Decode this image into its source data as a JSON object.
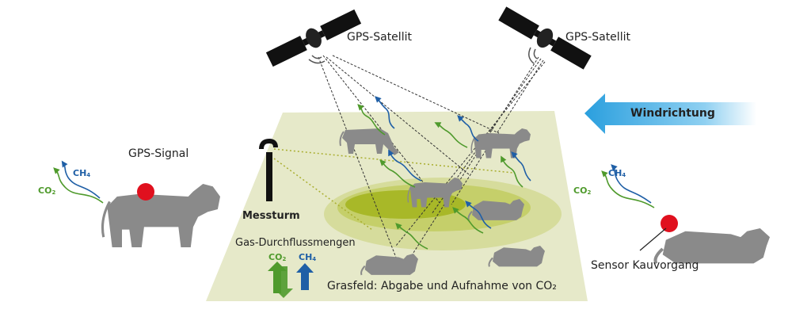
{
  "labels": {
    "satellite_left": "GPS-Satellit",
    "satellite_right": "GPS-Satellit",
    "wind_direction": "Windrichtung",
    "gps_signal": "GPS-Signal",
    "tower": "Messturm",
    "gas_flows": "Gas-Durchflussmengen",
    "chewing_sensor": "Sensor Kauvorgang",
    "field_caption": "Grasfeld: Abgabe und Aufnahme von CO₂"
  },
  "gases": {
    "co2": "CO",
    "co2_sub": "2",
    "ch4": "CH",
    "ch4_sub": "4"
  },
  "colors": {
    "field": "#e6e9c9",
    "ellipse_outer": "#d6dc9c",
    "ellipse_mid": "#c5cf6a",
    "ellipse_inner": "#a8b828",
    "cow": "#8a8a8a",
    "sensor": "#e0101e",
    "co2_arrow": "#4f9a2c",
    "ch4_arrow": "#1f5fa6",
    "wind_arrow": "#3aa9e0"
  }
}
